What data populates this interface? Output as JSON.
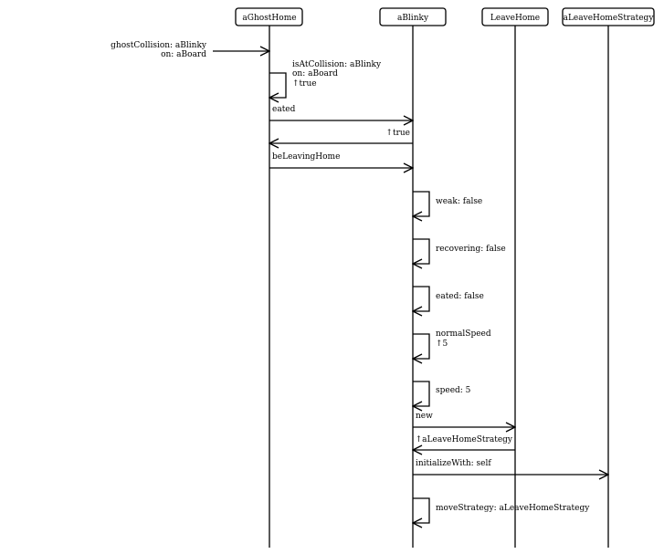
{
  "participants": [
    {
      "name": "aGhostHome"
    },
    {
      "name": "aBlinky"
    },
    {
      "name": "LeaveHome"
    },
    {
      "name": "aLeaveHomeStrategy"
    }
  ],
  "messages": [
    {
      "id": "ghost-collision",
      "lines": [
        "ghostCollision: aBlinky",
        "on: aBoard"
      ]
    },
    {
      "id": "is-at-collision",
      "lines": [
        "isAtCollision: aBlinky",
        "on: aBoard",
        "↑true"
      ]
    },
    {
      "id": "eated",
      "lines": [
        "eated"
      ]
    },
    {
      "id": "return-true",
      "lines": [
        "↑true"
      ]
    },
    {
      "id": "be-leaving-home",
      "lines": [
        "beLeavingHome"
      ]
    },
    {
      "id": "weak",
      "lines": [
        "weak: false"
      ]
    },
    {
      "id": "recovering",
      "lines": [
        "recovering: false"
      ]
    },
    {
      "id": "eated-false",
      "lines": [
        "eated: false"
      ]
    },
    {
      "id": "normal-speed",
      "lines": [
        "normalSpeed",
        "↑5"
      ]
    },
    {
      "id": "speed",
      "lines": [
        "speed: 5"
      ]
    },
    {
      "id": "new",
      "lines": [
        "new"
      ]
    },
    {
      "id": "return-strategy",
      "lines": [
        "↑aLeaveHomeStrategy"
      ]
    },
    {
      "id": "initialize-with",
      "lines": [
        "initializeWith: self"
      ]
    },
    {
      "id": "move-strategy",
      "lines": [
        "moveStrategy: aLeaveHomeStrategy"
      ]
    }
  ]
}
